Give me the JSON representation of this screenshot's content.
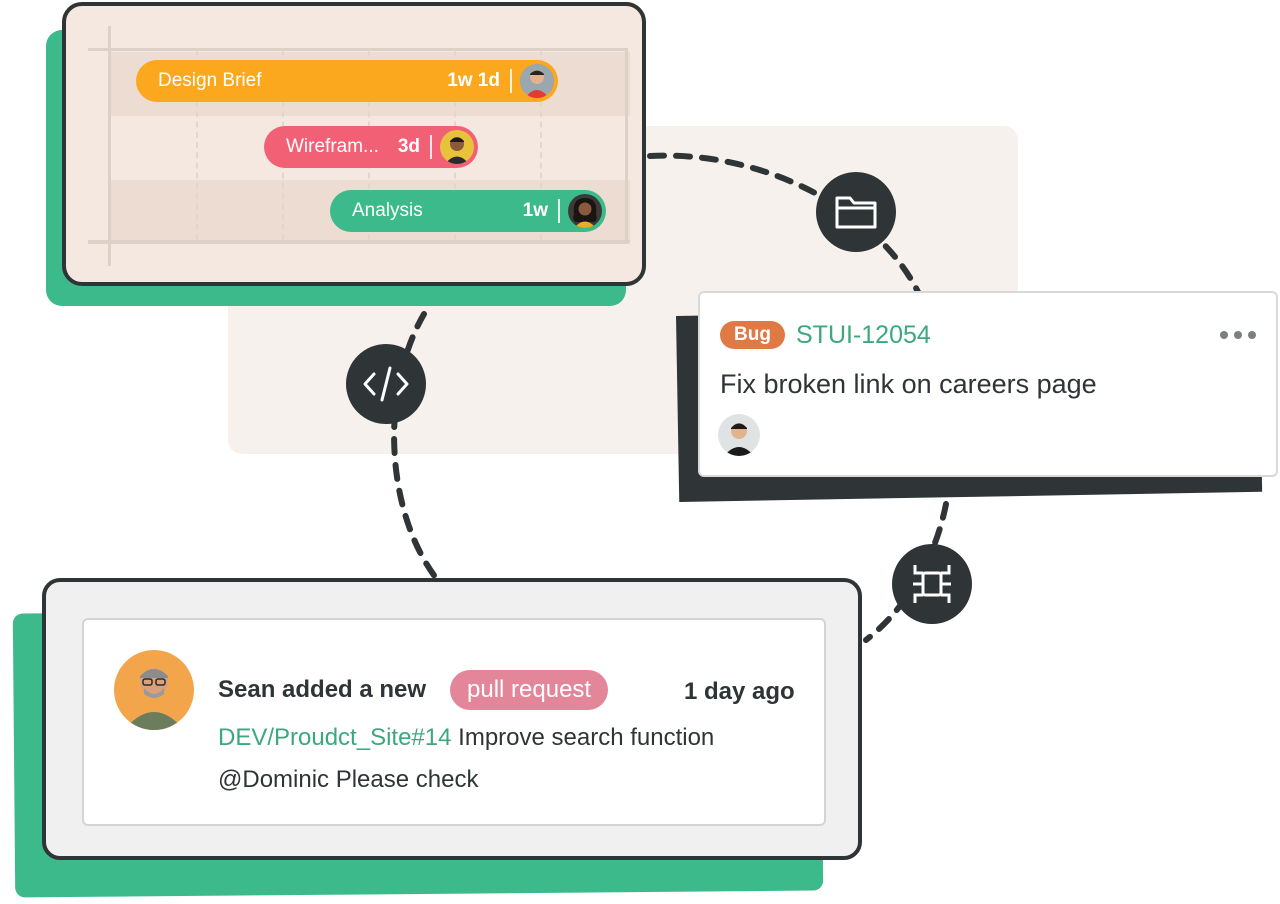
{
  "gantt": {
    "tasks": [
      {
        "label": "Design Brief",
        "duration": "1w 1d",
        "color": "#fba81f"
      },
      {
        "label": "Wirefram...",
        "duration": "3d",
        "color": "#f26076"
      },
      {
        "label": "Analysis",
        "duration": "1w",
        "color": "#3dba8c"
      }
    ]
  },
  "icons": {
    "folder": "folder-icon",
    "code": "code-icon",
    "integration": "integration-icon"
  },
  "bug_card": {
    "tag": "Bug",
    "issue_id": "STUI-12054",
    "title": "Fix broken link on careers page"
  },
  "activity": {
    "headline": "Sean added a new",
    "badge": "pull request",
    "time": "1 day ago",
    "link": "DEV/Proudct_Site#14",
    "description": "Improve search function",
    "mention": "@Dominic Please check"
  },
  "colors": {
    "dark": "#2f3436",
    "green": "#3dba8c",
    "orange": "#fba81f",
    "red": "#f26076",
    "bug": "#e07a45",
    "pill": "#e4869a",
    "link": "#3ca87e"
  }
}
